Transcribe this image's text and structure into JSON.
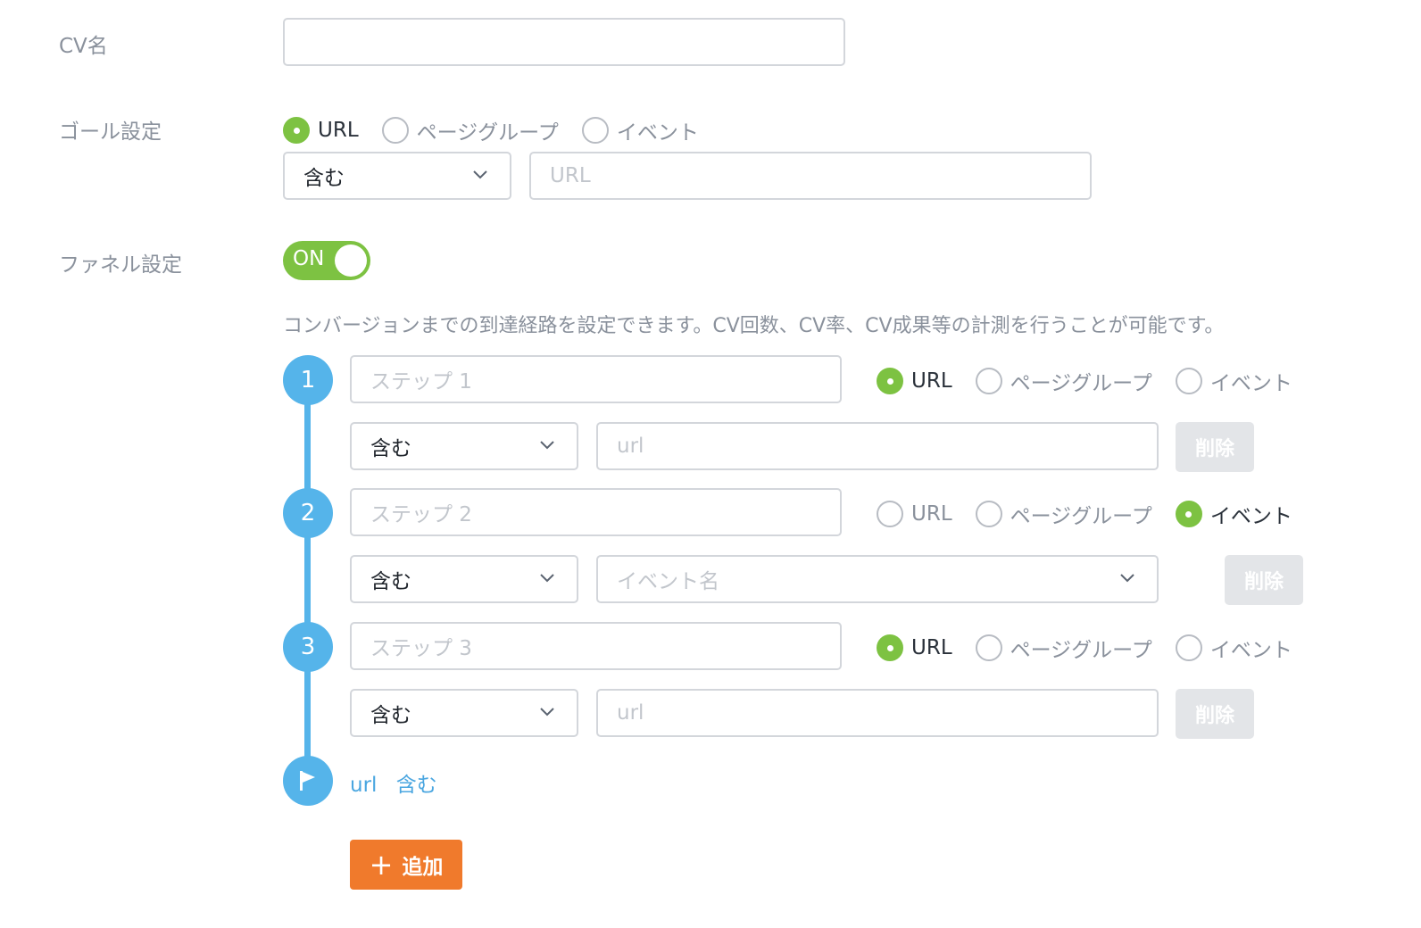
{
  "cv_name": {
    "label": "CV名",
    "value": ""
  },
  "goal": {
    "label": "ゴール設定",
    "options": [
      "URL",
      "ページグループ",
      "イベント"
    ],
    "selected": 0,
    "match_select": "含む",
    "url_placeholder": "URL"
  },
  "funnel": {
    "label": "ファネル設定",
    "toggle_label": "ON",
    "description": "コンバージョンまでの到達経路を設定できます。CV回数、CV率、CV成果等の計測を行うことが可能です。",
    "steps": [
      {
        "number": "1",
        "name_placeholder": "ステップ 1",
        "options": [
          "URL",
          "ページグループ",
          "イベント"
        ],
        "selected": 0,
        "match_select": "含む",
        "target_placeholder": "url",
        "delete_label": "削除"
      },
      {
        "number": "2",
        "name_placeholder": "ステップ 2",
        "options": [
          "URL",
          "ページグループ",
          "イベント"
        ],
        "selected": 2,
        "match_select": "含む",
        "target_placeholder": "イベント名",
        "delete_label": "削除"
      },
      {
        "number": "3",
        "name_placeholder": "ステップ 3",
        "options": [
          "URL",
          "ページグループ",
          "イベント"
        ],
        "selected": 0,
        "match_select": "含む",
        "target_placeholder": "url",
        "delete_label": "削除"
      }
    ],
    "goal_summary": {
      "type": "url",
      "match": "含む"
    },
    "add_label": "追加"
  },
  "colors": {
    "accent_green": "#7dc242",
    "timeline_blue": "#55b4ea",
    "add_orange": "#f07a2c"
  }
}
